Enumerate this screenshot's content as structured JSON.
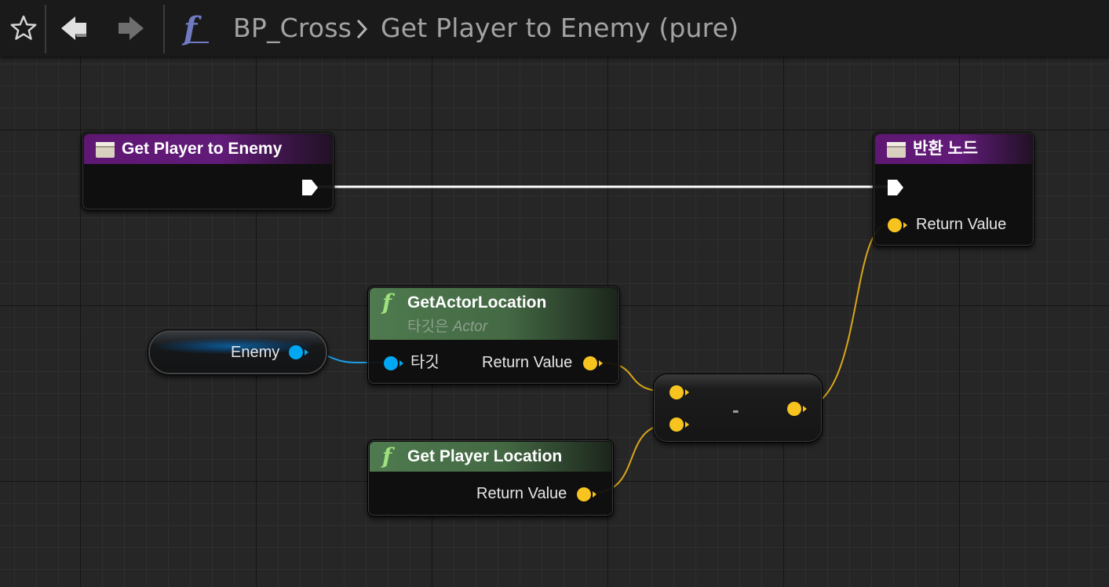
{
  "toolbar": {
    "favorite_icon": "star-outline-icon",
    "back_icon": "arrow-left-icon",
    "forward_icon": "arrow-right-icon",
    "function_icon": "function-f-icon",
    "breadcrumb": [
      "BP_Cross",
      "Get Player to Enemy (pure)"
    ]
  },
  "nodes": {
    "entry": {
      "title": "Get Player to Enemy",
      "icon": "function-entry-icon"
    },
    "return_node": {
      "title": "반환 노드",
      "icon": "function-return-icon",
      "pins": {
        "return_value": "Return Value"
      }
    },
    "enemy_var": {
      "label": "Enemy"
    },
    "get_actor_location": {
      "title": "GetActorLocation",
      "subtitle_prefix": "타깃은 ",
      "subtitle_class": "Actor",
      "pins": {
        "target": "타깃",
        "return_value": "Return Value"
      }
    },
    "get_player_location": {
      "title": "Get Player Location",
      "pins": {
        "return_value": "Return Value"
      }
    },
    "subtract": {
      "label": "-"
    }
  },
  "colors": {
    "function_header": "#611b78",
    "pure_function_header": "#4f7a4f",
    "vector_pin": "#f7c41f",
    "object_pin": "#00a8f3",
    "exec_wire": "#ffffff",
    "vector_wire": "#d8a719",
    "object_wire": "#1aa0e8"
  }
}
